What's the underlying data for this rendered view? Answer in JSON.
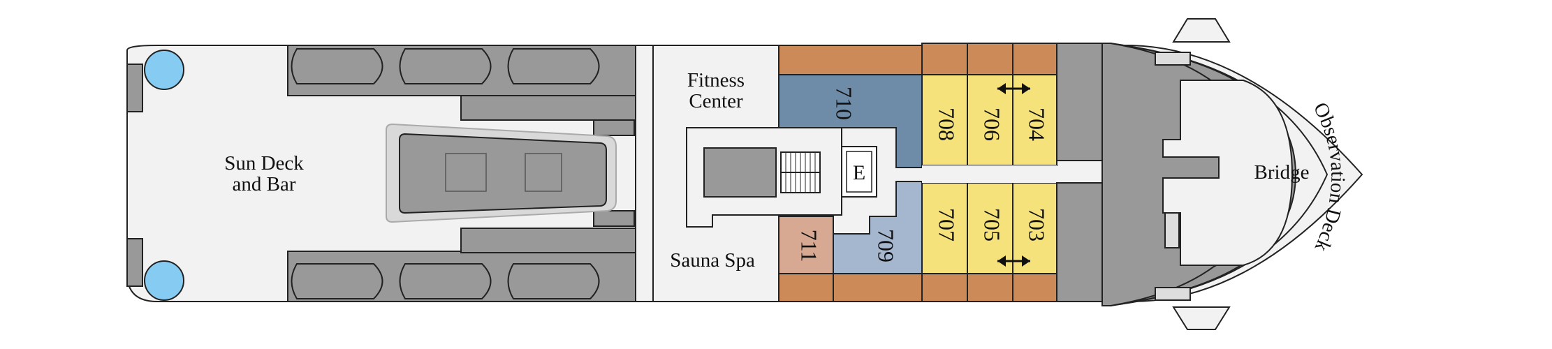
{
  "areas": {
    "sun_deck": [
      "Sun Deck",
      "and Bar"
    ],
    "fitness": [
      "Fitness",
      "Center"
    ],
    "sauna": "Sauna  Spa",
    "bridge": "Bridge",
    "observation": "Observation Deck"
  },
  "elevator": "E",
  "cabins": [
    {
      "number": "710",
      "category_color": "#6e8ba8"
    },
    {
      "number": "708",
      "category_color": "#f5e27a"
    },
    {
      "number": "706",
      "category_color": "#f5e27a"
    },
    {
      "number": "704",
      "category_color": "#f5e27a"
    },
    {
      "number": "711",
      "category_color": "#d7a892"
    },
    {
      "number": "709",
      "category_color": "#a5b6cf"
    },
    {
      "number": "707",
      "category_color": "#f5e27a"
    },
    {
      "number": "705",
      "category_color": "#f5e27a"
    },
    {
      "number": "703",
      "category_color": "#f5e27a"
    }
  ],
  "colors": {
    "deck_floor": "#f2f2f2",
    "equipment": "#999999",
    "balcony": "#cc8a58",
    "pool": "#86ccf2",
    "outline": "#222222"
  }
}
